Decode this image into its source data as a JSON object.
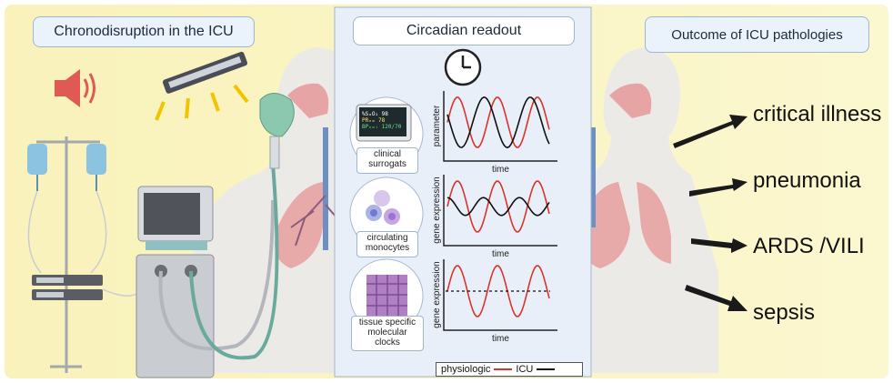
{
  "headers": {
    "left": "Chronodisruption in the ICU",
    "middle": "Circadian readout",
    "right": "Outcome of ICU pathologies"
  },
  "samples": [
    {
      "caption": "clinical\nsurrogats",
      "ylabel": "parameter",
      "xlabel": "time"
    },
    {
      "caption": "circulating\nmonocytes",
      "ylabel": "gene expression",
      "xlabel": "time"
    },
    {
      "caption": "tissue specific\nmolecular\nclocks",
      "ylabel": "gene expression",
      "xlabel": "time"
    }
  ],
  "monitor": {
    "line1": "%SₐO₂ 98",
    "line2": "PRₑₘ 78",
    "line3": "BPₙₘₗ 120/70"
  },
  "legend": {
    "physiologic": "physiologic",
    "icu": "ICU"
  },
  "outcomes": [
    "critical illness",
    "pneumonia",
    "ARDS /VILI",
    "sepsis"
  ],
  "colors": {
    "physiologic": "#d9342b",
    "icu": "#111111",
    "background": "#fbf6c4",
    "panel": "#e8eff8"
  },
  "icons": [
    "speaker-icon",
    "light-lamp-icon",
    "iv-drip-bags-icon",
    "infusion-pumps-icon",
    "ventilator-icon",
    "oxygen-mask-icon",
    "clock-icon",
    "patient-silhouette-icon",
    "lungs-icon"
  ]
}
